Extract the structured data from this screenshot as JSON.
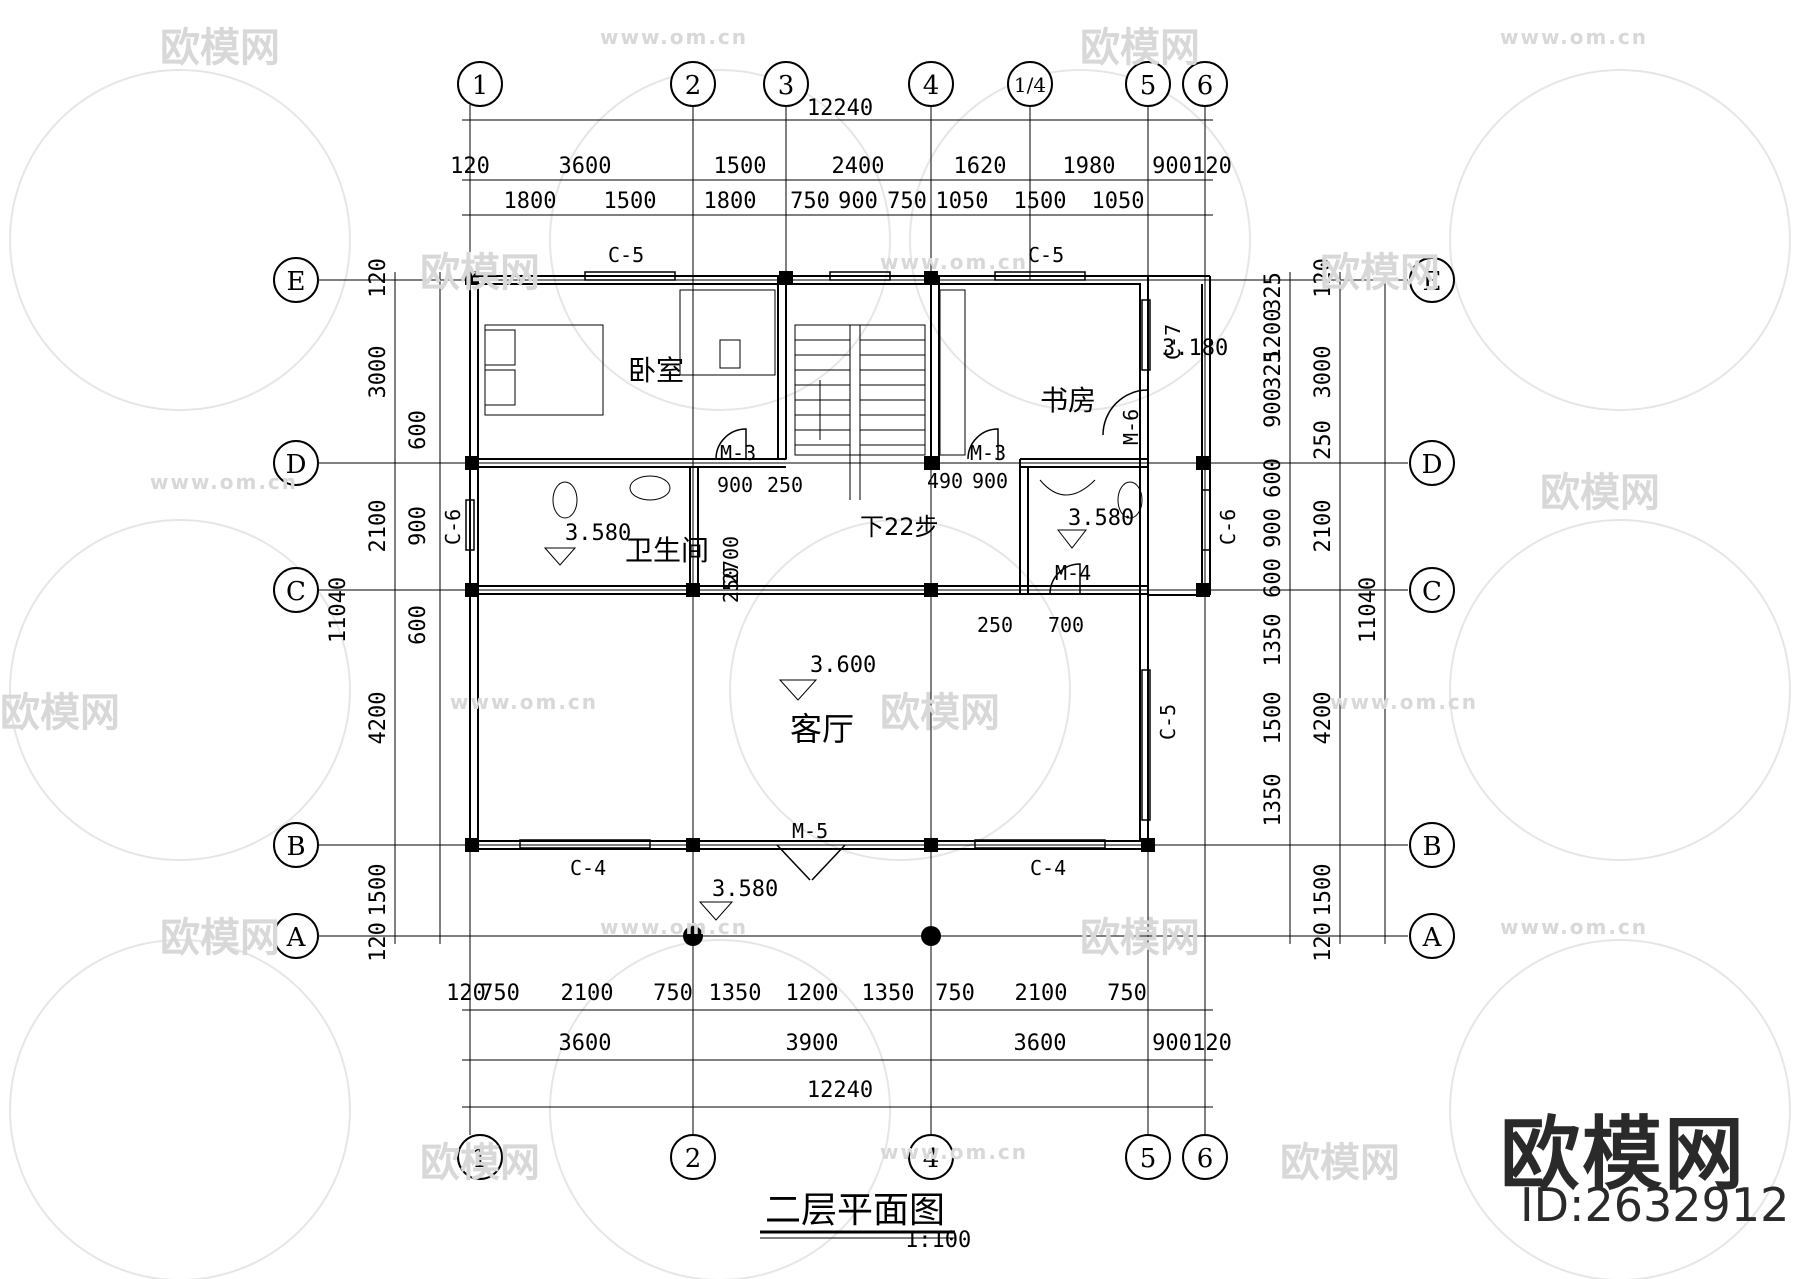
{
  "drawing": {
    "title": "二层平面图",
    "scale": "1:100"
  },
  "watermark": {
    "text": "欧模网",
    "url": "www.om.cn",
    "brand": "欧模网",
    "id_label": "ID:2632912"
  },
  "axes": {
    "columns": [
      "1",
      "2",
      "3",
      "4",
      "1/4",
      "5",
      "6"
    ],
    "rows": [
      "E",
      "D",
      "C",
      "B",
      "A"
    ]
  },
  "rooms": {
    "bedroom": "卧室",
    "study": "书房",
    "bathroom": "卫生间",
    "living": "客厅",
    "stairs_note": "下22步"
  },
  "elevations": {
    "bath_left": "3.580",
    "bath_right": "3.580",
    "living": "3.600",
    "balcony": "3.580",
    "study_door": "3.180"
  },
  "openings": {
    "c5_top_left": "C-5",
    "c5_top_right": "C-5",
    "c5_right": "C-5",
    "c6_left": "C-6",
    "c6_right": "C-6",
    "c7": "C-7",
    "c4_left": "C-4",
    "c4_right": "C-4",
    "m3_left": "M-3",
    "m3_right": "M-3",
    "m4": "M-4",
    "m5": "M-5",
    "m6": "M-6"
  },
  "dimensions": {
    "top_total": "12240",
    "top_mid": [
      "120",
      "3600",
      "1500",
      "2400",
      "1620",
      "1980",
      "900",
      "120"
    ],
    "top_inner": [
      "1800",
      "1500",
      "1800",
      "750",
      "900",
      "750",
      "1050",
      "1500",
      "1050"
    ],
    "bottom_inner": [
      "120",
      "750",
      "2100",
      "750",
      "1350",
      "1200",
      "1350",
      "750",
      "2100",
      "750"
    ],
    "bottom_mid": [
      "3600",
      "3900",
      "3600",
      "900",
      "120"
    ],
    "bottom_total": "12240",
    "left_outer": "11040",
    "left_mid": [
      "120",
      "3000",
      "2100",
      "4200",
      "1500",
      "120"
    ],
    "left_inner": [
      "600",
      "900",
      "600"
    ],
    "right_outer": "11040",
    "right_mid": [
      "120",
      "3000",
      "250",
      "2100",
      "4200",
      "1500",
      "120"
    ],
    "right_inner": [
      "325",
      "1200",
      "325",
      "900",
      "600",
      "900",
      "600",
      "1350",
      "1500",
      "1350"
    ],
    "interior": [
      "900",
      "250",
      "490",
      "900",
      "250",
      "700",
      "2700",
      "250"
    ]
  }
}
